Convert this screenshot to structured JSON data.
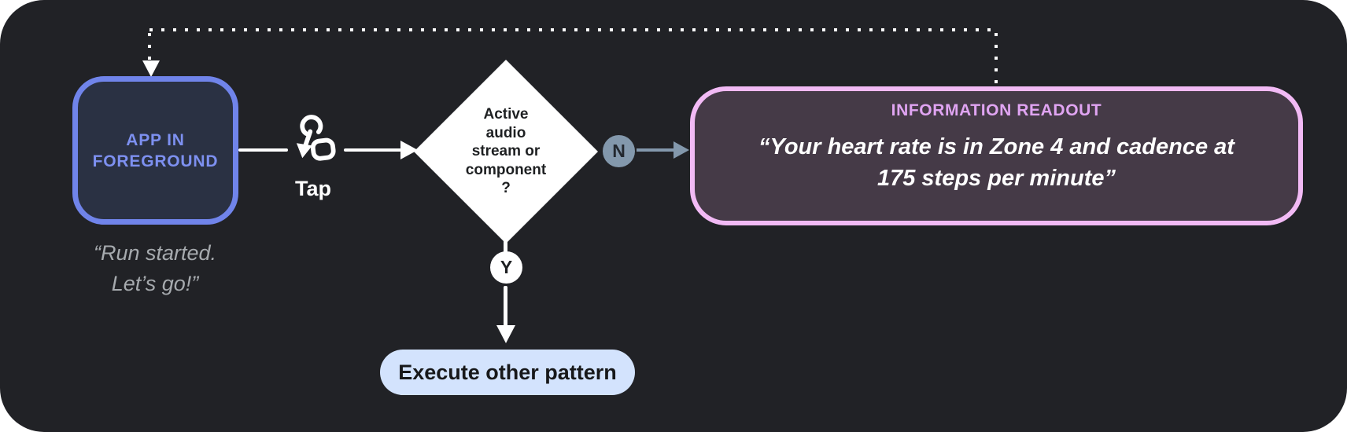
{
  "diagram": {
    "app_box": {
      "label_line1": "APP IN",
      "label_line2": "FOREGROUND",
      "quote_line1": "“Run started.",
      "quote_line2": "Let’s go!”"
    },
    "tap": {
      "label": "Tap",
      "icon": "gesture-tap-icon"
    },
    "decision": {
      "lines": [
        "Active",
        "audio",
        "stream or",
        "component",
        "?"
      ]
    },
    "no_branch": {
      "label": "N"
    },
    "yes_branch": {
      "label": "Y"
    },
    "readout_box": {
      "title": "INFORMATION READOUT",
      "quote_line1": "“Your heart rate is in Zone 4 and cadence at",
      "quote_line2": "175 steps per minute”"
    },
    "execute_pill": {
      "label": "Execute other pattern"
    }
  },
  "colors": {
    "card_background": "#212226",
    "page_background": "#ffffff",
    "app_box_border": "#7084ea",
    "app_box_fill": "#2a3143",
    "app_box_text": "#7d90f0",
    "quote_gray": "#a6aaae",
    "diamond_fill": "#ffffff",
    "diamond_text": "#1e2022",
    "n_branch_slate": "#8398ac",
    "readout_border": "#f2baf5",
    "readout_fill": "#453a47",
    "readout_title": "#e0a4f2",
    "execute_pill_fill": "#d3e3fd",
    "white": "#ffffff"
  }
}
